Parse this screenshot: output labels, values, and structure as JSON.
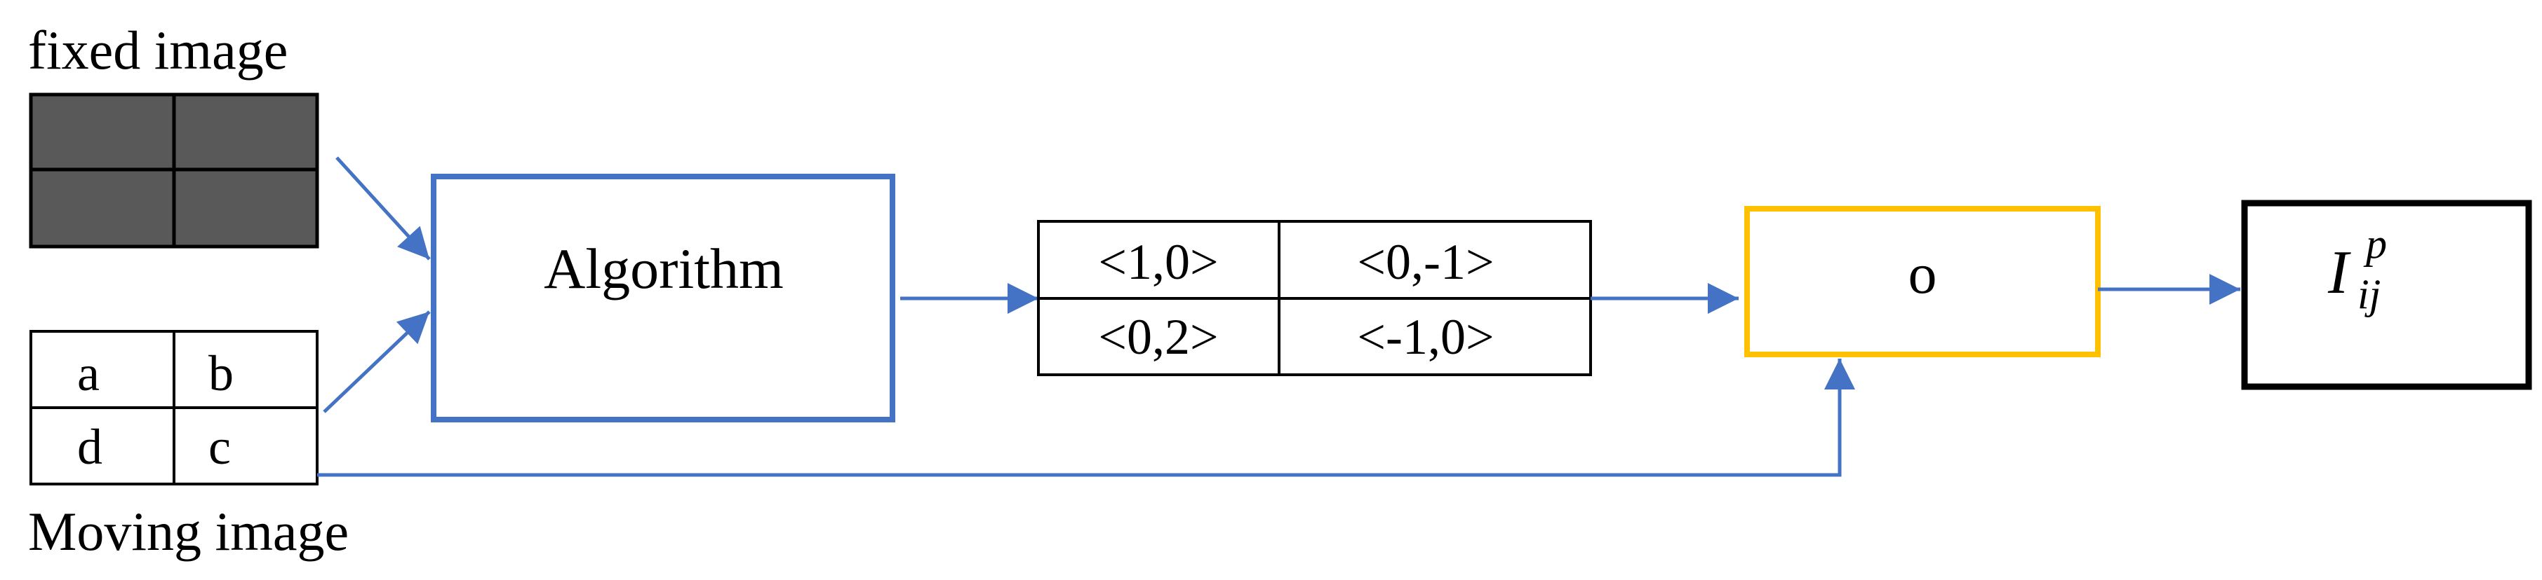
{
  "labels": {
    "fixed_image": "fixed image",
    "moving_image": "Moving image",
    "algorithm": "Algorithm",
    "operator": "o",
    "output_base": "I",
    "output_superscript": "p",
    "output_subscript": "ij"
  },
  "moving_grid": {
    "cells": [
      "a",
      "b",
      "d",
      "c"
    ]
  },
  "vector_table": {
    "cells": [
      "<1,0>",
      "<0,-1>",
      "<0,2>",
      "<-1,0>"
    ]
  },
  "colors": {
    "fixed_cell": "#595959",
    "arrow": "#4472C4",
    "algorithm_border": "#4472C4",
    "operator_border": "#FFC000",
    "output_border": "#000000"
  }
}
